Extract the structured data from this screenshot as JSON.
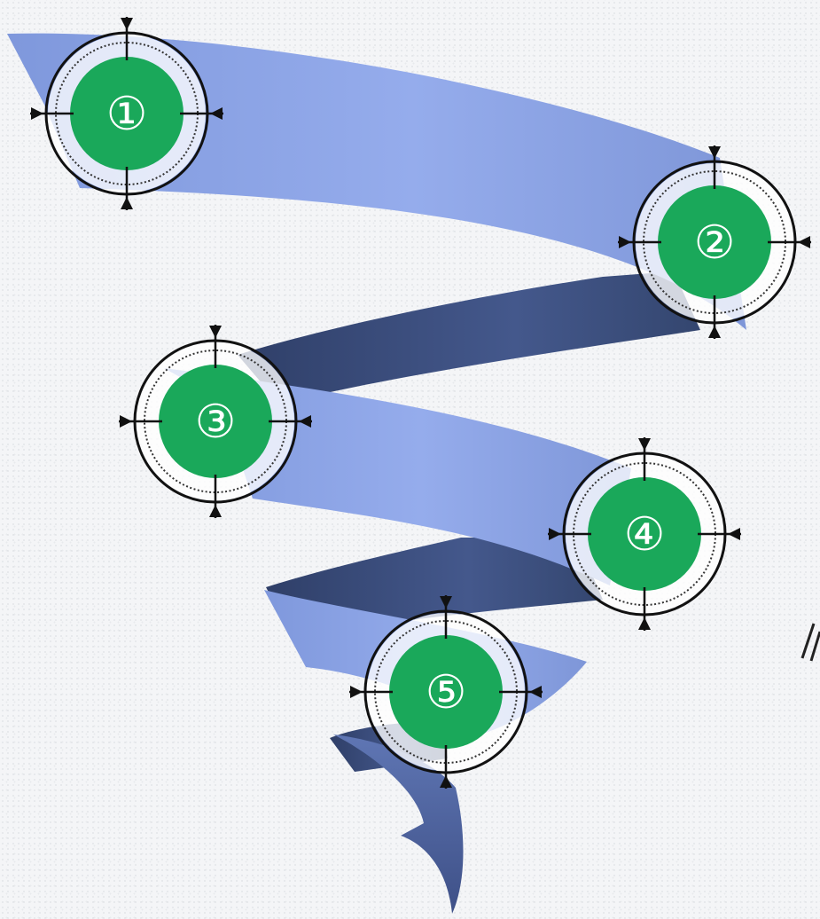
{
  "diagram": {
    "colors": {
      "ribbon_front": "#8aa2e3",
      "ribbon_back": "#3f5180",
      "marker_fill": "#1aa85a",
      "ring_stroke": "#111111",
      "background": "#f4f5f7"
    },
    "markers": [
      {
        "label": "①"
      },
      {
        "label": "②"
      },
      {
        "label": "③"
      },
      {
        "label": "④"
      },
      {
        "label": "⑤"
      }
    ]
  }
}
